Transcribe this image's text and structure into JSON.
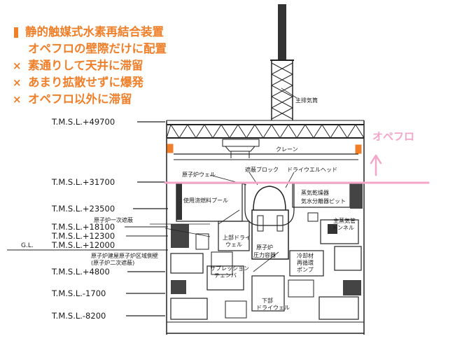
{
  "notes": {
    "bullet1": "静的触媒式水素再結合装置",
    "bullet1b": "オペフロの壁際だけに配置",
    "x_mark": "×",
    "problem1": "素通りして天井に滞留",
    "problem2": "あまり拡散せずに爆発",
    "problem3": "オペフロ以外に滞留"
  },
  "annotation": {
    "label": "オペフロ",
    "color": "#f4a6c8",
    "accent": "#f07f2a"
  },
  "levels": [
    "T.M.S.L.+49700",
    "T.M.S.L.+31700",
    "T.M.S.L.+23500",
    "T.M.S.L.+18100",
    "T.M.S.L.+12300",
    "T.M.S.L.+12000",
    "T.M.S.L.+4800",
    "T.M.S.L.-1700",
    "T.M.S.L.-8200"
  ],
  "gl_label": "G.L.",
  "drawing_labels": {
    "stack": "主排気筒",
    "crane": "クレーン",
    "reactor_well": "原子炉ウェル",
    "shield_plug": "遮蔽ブロック",
    "drywell_head": "ドライウエルヘッド",
    "fuel_pool": "使用済燃料プール",
    "dryer_pit": "蒸気乾燥器",
    "separator_pit": "気水分離器ピット",
    "primary_shield": "原子炉一次遮蔽",
    "upper_drywell": "上部ドライ",
    "upper_drywell2": "ウェル",
    "rpv": "原子炉",
    "rpv2": "圧力容器",
    "msl_tunnel": "主蒸気管",
    "msl_tunnel2": "トンネル",
    "containment": "原子炉建屋原子炉区域側壁",
    "containment2": "(原子炉二次遮蔽)",
    "cooling": "冷却材",
    "cooling2": "再循環",
    "cooling3": "ポンプ",
    "suppression": "サプレッション",
    "suppression2": "チェンバ",
    "lower_drywell": "下部",
    "lower_drywell2": "ドライウェル"
  }
}
